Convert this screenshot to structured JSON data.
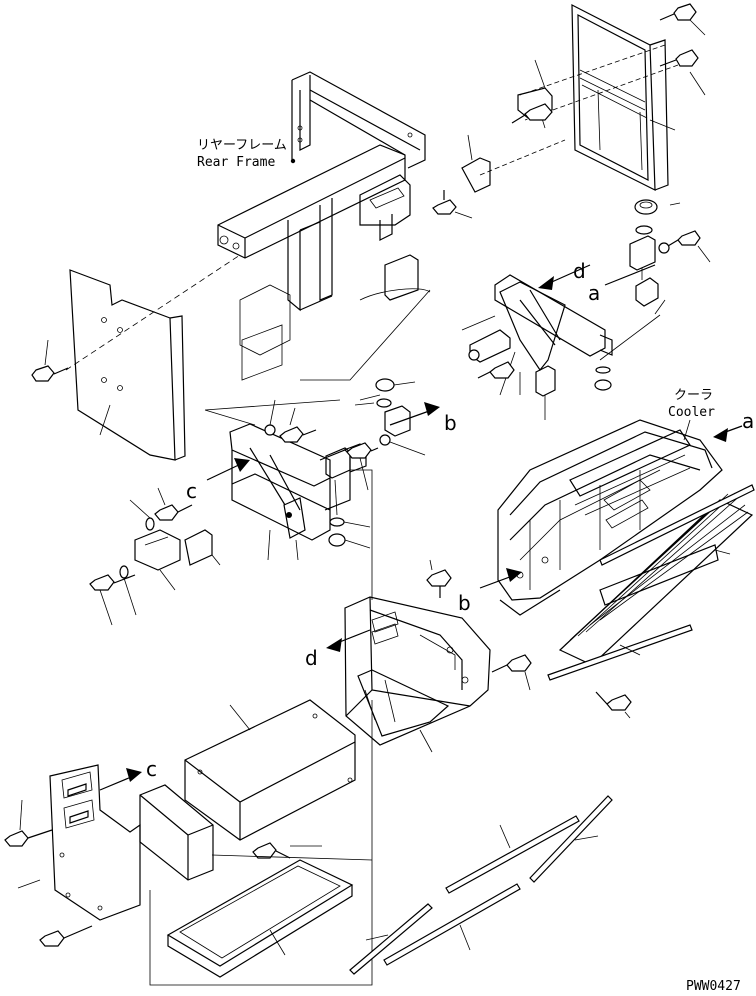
{
  "labels": {
    "rear_frame_jp": "リヤーフレーム",
    "rear_frame_en": "Rear Frame",
    "cooler_jp": "クーラ",
    "cooler_en": "Cooler",
    "drawing_code": "PWW0427"
  },
  "reference_markers": {
    "a_right": "a",
    "a_bracket": "a",
    "b_bracket": "b",
    "b_cooler": "b",
    "c_mount": "c",
    "c_plate": "c",
    "d_frame": "d",
    "d_cover": "d"
  },
  "icons": {
    "bolt": "hex-bolt-icon",
    "nut": "hex-nut-icon",
    "washer": "washer-icon",
    "arrow": "reference-arrow-icon"
  }
}
